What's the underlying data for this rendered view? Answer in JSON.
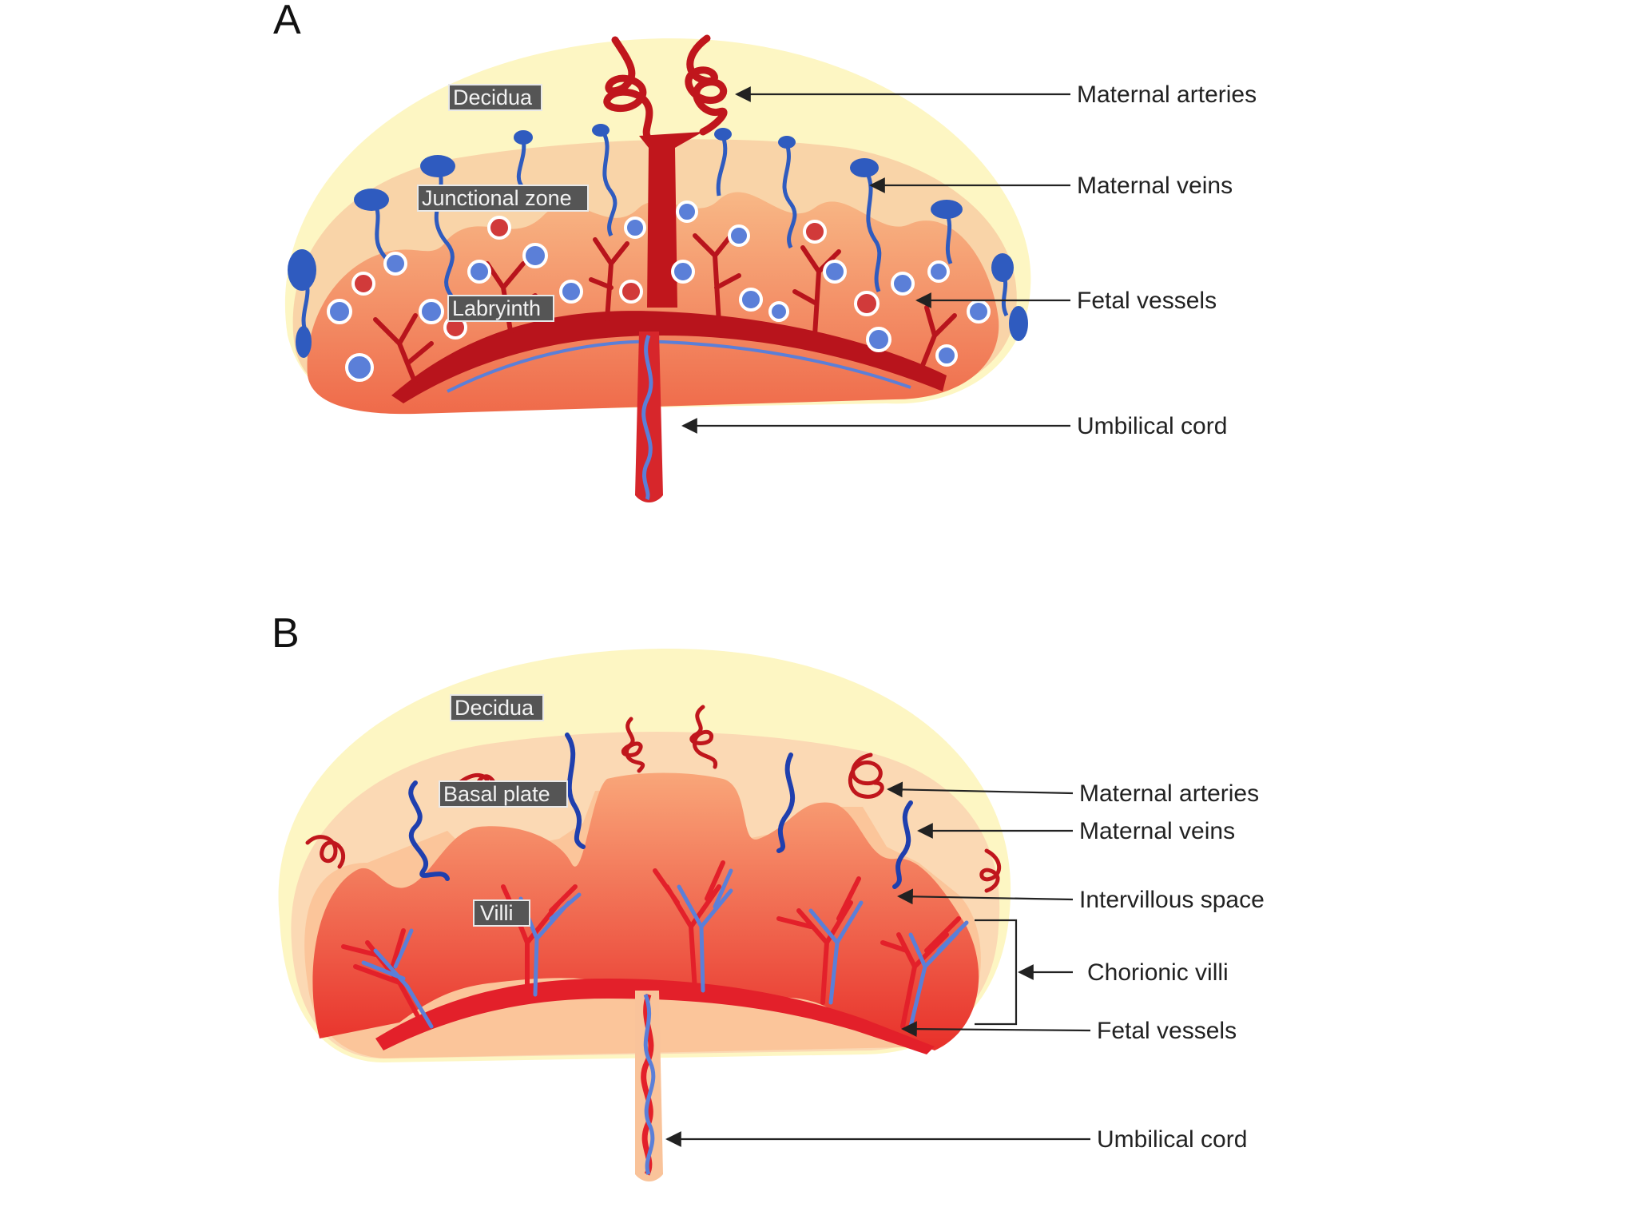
{
  "colors": {
    "decidua": "#fdf6c3",
    "junctional": "#f9d4a8",
    "labyrinth": "#f6a77a",
    "labyrinth_deep": "#ef6a4a",
    "artery": "#c0161c",
    "vein": "#2f5bbf",
    "fetal_blue": "#5b7fd8",
    "intervillous": "#fbc59a",
    "villi_fill_top": "#f9a679",
    "villi_fill_bottom": "#e8302a",
    "label_bg": "#555555"
  },
  "panel_a": {
    "letter": "A",
    "inner_labels": {
      "decidua": "Decidua",
      "junctional_zone": "Junctional zone",
      "labyrinth": "Labryinth"
    },
    "annotations": {
      "maternal_arteries": "Maternal arteries",
      "maternal_veins": "Maternal veins",
      "fetal_vessels": "Fetal vessels",
      "umbilical_cord": "Umbilical cord"
    }
  },
  "panel_b": {
    "letter": "B",
    "inner_labels": {
      "decidua": "Decidua",
      "basal_plate": "Basal plate",
      "villi": "Villi"
    },
    "annotations": {
      "maternal_arteries": "Maternal arteries",
      "maternal_veins": "Maternal veins",
      "intervillous_space": "Intervillous space",
      "chorionic_villi": "Chorionic villi",
      "fetal_vessels": "Fetal vessels",
      "umbilical_cord": "Umbilical cord"
    }
  }
}
